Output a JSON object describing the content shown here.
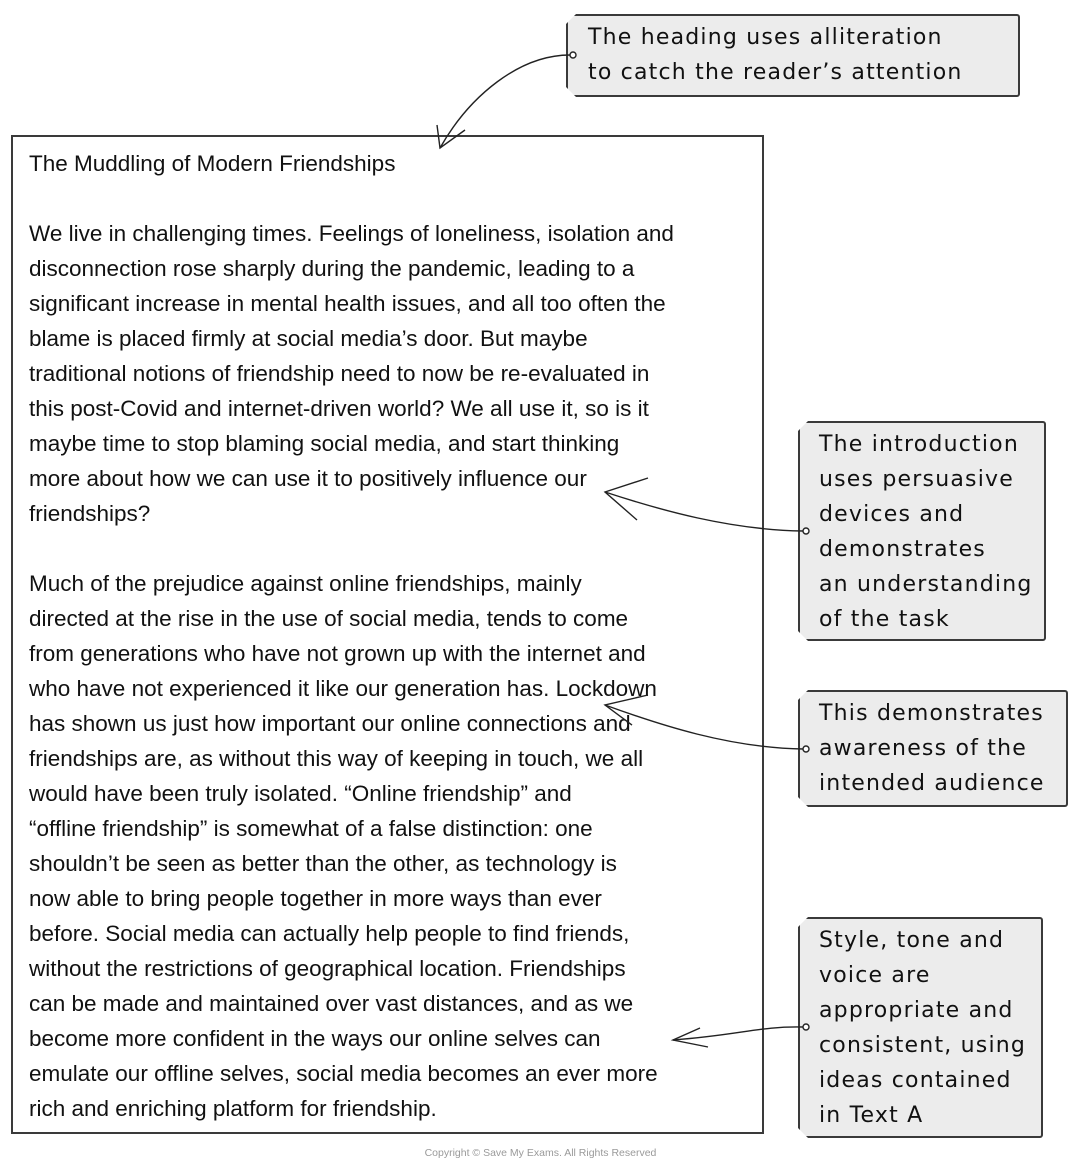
{
  "document": {
    "title": "The Muddling of Modern Friendships",
    "paragraphs": [
      [
        "We live in challenging times. Feelings of loneliness, isolation and",
        "disconnection rose sharply during the pandemic, leading to a",
        "significant increase in mental health issues, and all too often the",
        "blame is placed firmly at social media’s door. But maybe",
        "traditional notions of friendship need to now be re-evaluated in",
        "this post-Covid and internet-driven world? We all use it, so is it",
        "maybe time to stop blaming social media, and start thinking",
        "more about how we can use it to positively influence our",
        "friendships?"
      ],
      [
        "Much of the prejudice against online friendships, mainly",
        "directed at the rise in the use of social media, tends to come",
        "from generations who have not grown up with the internet and",
        "who have not experienced it like our generation has. Lockdown",
        "has shown us just how important our online connections and",
        "friendships are, as without this way of keeping in touch, we all",
        "would have been truly isolated. “Online friendship” and",
        "“offline friendship” is somewhat of a false distinction: one",
        "shouldn’t be seen as better than the other, as technology is",
        "now able to bring people together in more ways than ever",
        "before. Social media can actually help people to find friends,",
        "without the restrictions of geographical location. Friendships",
        "can be made and maintained over vast distances, and as we",
        "become more confident in the ways our online selves can",
        "emulate our offline selves, social media becomes an ever more",
        "rich and enriching platform for friendship."
      ]
    ]
  },
  "annotations": [
    [
      "The heading uses alliteration",
      "to catch the reader’s attention"
    ],
    [
      "The introduction",
      "uses persuasive",
      "devices and",
      "demonstrates",
      "an understanding",
      "of the task"
    ],
    [
      "This demonstrates",
      "awareness of the",
      "intended audience"
    ],
    [
      "Style, tone and",
      "voice are",
      "appropriate and",
      "consistent, using",
      "ideas contained",
      "in Text A"
    ]
  ],
  "watermark": "Save My Exams",
  "copyright": "Copyright © Save My Exams. All Rights Reserved",
  "colors": {
    "note_bg": "#ececec",
    "border": "#3a3a3a",
    "copyright": "#9a9a9a"
  }
}
